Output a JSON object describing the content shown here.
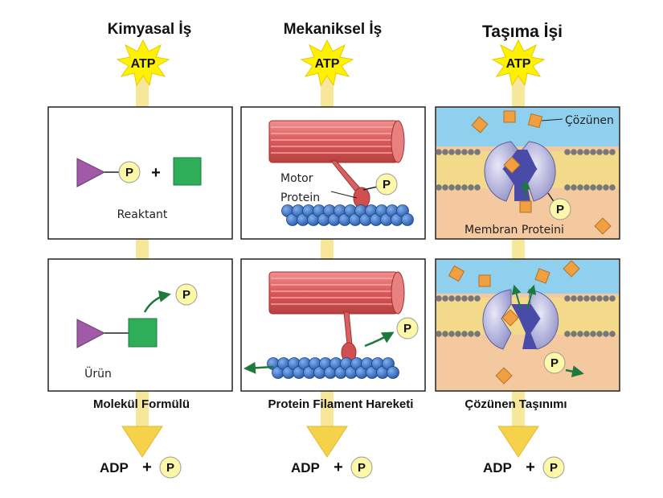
{
  "columns": [
    {
      "title": "Kimyasal İş",
      "energy": "ATP",
      "top_label": "Reaktant",
      "bottom_label": "Ürün",
      "caption": "Molekül Formülü",
      "plus": "+",
      "result": {
        "adp": "ADP",
        "plus": "+",
        "p": "P"
      }
    },
    {
      "title": "Mekaniksel İş",
      "energy": "ATP",
      "top_label_line1": "Motor",
      "top_label_line2": "Protein",
      "caption": "Protein Filament Hareketi",
      "result": {
        "adp": "ADP",
        "plus": "+",
        "p": "P"
      }
    },
    {
      "title": "Taşıma İşi",
      "energy": "ATP",
      "solute_label": "Çözünen",
      "membrane_label": "Membran Proteini",
      "caption": "Çözünen Taşınımı",
      "result": {
        "adp": "ADP",
        "plus": "+",
        "p": "P"
      }
    }
  ],
  "phosphate_symbol": "P",
  "colors": {
    "atp_burst": "#fff200",
    "arrow": "#f7dc6f",
    "phosphate": "#fdf7a8",
    "reactant_triangle": "#a05aa8",
    "reactant_square": "#2fae5a",
    "muscle": "#e07070",
    "actin": "#3f78c8",
    "membrane_blue": "#8fd0ee",
    "membrane_orange": "#f5c9a0",
    "solute": "#f0a040",
    "pathway_arrow": "#1e7a3c"
  }
}
